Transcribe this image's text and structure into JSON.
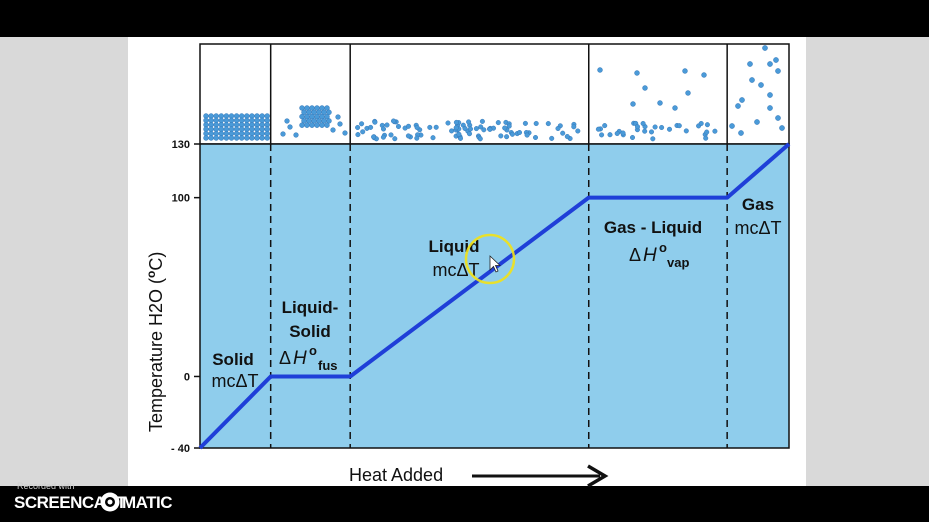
{
  "colors": {
    "plot_fill": "#8fcdec",
    "line": "#1f3fd8",
    "molecule": "#4a9ad8",
    "cursor_ring": "#f3e216",
    "letterbox": "#000000",
    "side_panel": "#d9d9d9"
  },
  "chart_data": {
    "type": "line",
    "ylabel": "Temperature H2O (",
    "ylabel_unit": "C)",
    "ylabel_degree": "o",
    "xlabel": "Heat Added",
    "x_arrow": "right-arrow",
    "y_ticks": [
      {
        "value": -40,
        "label": "- 40"
      },
      {
        "value": 0,
        "label": "0"
      },
      {
        "value": 100,
        "label": "100"
      },
      {
        "value": 130,
        "label": "130"
      }
    ],
    "ylim": [
      -40,
      130
    ],
    "xlim": [
      0,
      100
    ],
    "series": [
      {
        "x": [
          0,
          12,
          25.5,
          66,
          89.5,
          100
        ],
        "y": [
          -40,
          0,
          0,
          100,
          100,
          130
        ]
      }
    ],
    "phase_boundaries": [
      12,
      25.5,
      66,
      89.5
    ],
    "regions": [
      {
        "title": "Solid",
        "formula": "mcΔT"
      },
      {
        "title_line1": "Liquid-",
        "title_line2": "Solid",
        "delta": "Δ",
        "H": "H",
        "sup": "o",
        "sub": "fus"
      },
      {
        "title": "Liquid",
        "formula": "mcΔT"
      },
      {
        "title": "Gas - Liquid",
        "delta": "Δ",
        "H": "H",
        "sup": "o",
        "sub": "vap"
      },
      {
        "title": "Gas",
        "formula": "mcΔT"
      }
    ],
    "grid": false
  },
  "watermark": {
    "line1": "Recorded with",
    "brand_left": "SCREENCAST",
    "brand_right": "MATIC"
  }
}
